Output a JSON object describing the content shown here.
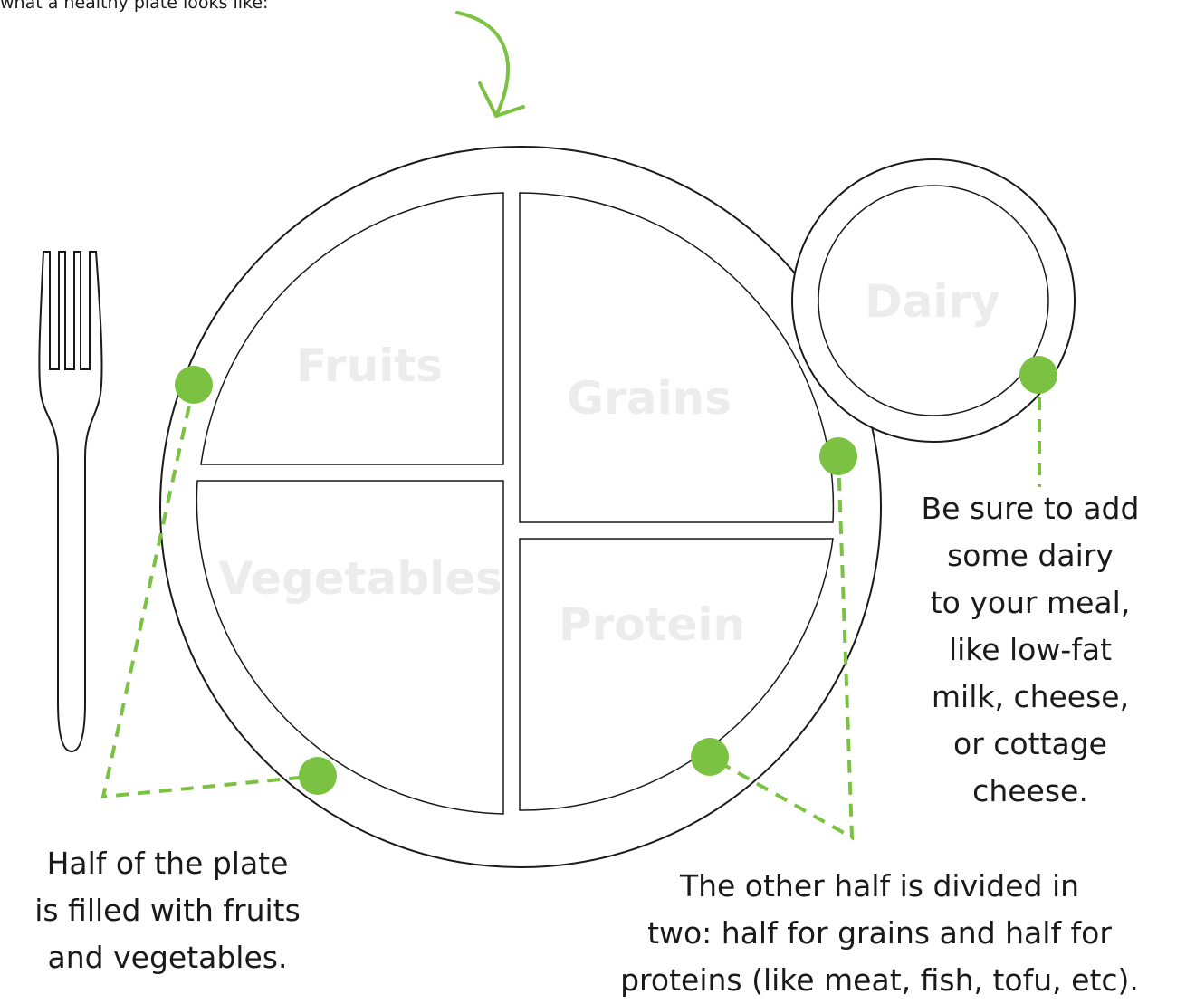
{
  "intro_text": "what a healthy plate looks like:",
  "plate_sections": {
    "fruits": "Fruits",
    "grains": "Grains",
    "vegetables": "Vegetables",
    "protein": "Protein",
    "dairy": "Dairy"
  },
  "captions": {
    "left": [
      "Half of the plate",
      "is filled with fruits",
      "and vegetables."
    ],
    "bottom": [
      "The other half is divided in",
      "two: half for grains and half for",
      "proteins (like meat, fish, tofu, etc)."
    ],
    "right": [
      "Be sure to add",
      "some dairy",
      "to your meal,",
      "like low-fat",
      "milk, cheese,",
      "or cottage",
      "cheese."
    ]
  },
  "colors": {
    "accent_green": "#7cc242",
    "outline": "#1a1a1a",
    "label_gray": "#ececec"
  },
  "icons": [
    "fork-icon",
    "arrow-icon"
  ]
}
